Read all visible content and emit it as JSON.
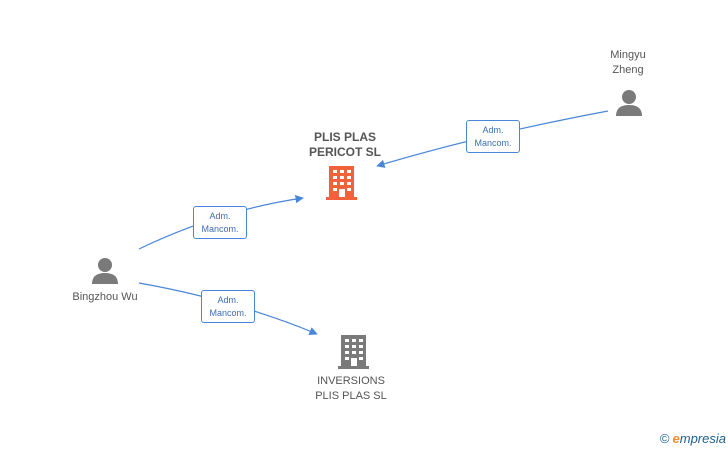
{
  "colors": {
    "edge": "#4a86d8",
    "person": "#7a7a7a",
    "company_main": "#f0623a",
    "company_other": "#7a7a7a",
    "brand": "#1b5f8f",
    "brand_accent": "#f28c28"
  },
  "nodes": {
    "main_company": {
      "label": "PLIS PLAS\nPERICOT  SL",
      "icon": "building-icon"
    },
    "other_company": {
      "label": "INVERSIONS\nPLIS PLAS SL",
      "icon": "building-icon"
    },
    "person_mingyu": {
      "label": "Mingyu\nZheng",
      "icon": "person-icon"
    },
    "person_bingzhou": {
      "label": "Bingzhou Wu",
      "icon": "person-icon"
    }
  },
  "edges": [
    {
      "from": "person_mingyu",
      "to": "main_company",
      "label": "Adm.\nMancom."
    },
    {
      "from": "person_bingzhou",
      "to": "main_company",
      "label": "Adm.\nMancom."
    },
    {
      "from": "person_bingzhou",
      "to": "other_company",
      "label": "Adm.\nMancom."
    }
  ],
  "footer": {
    "copyright": "©",
    "brand_initial": "e",
    "brand_rest": "mpresia"
  }
}
